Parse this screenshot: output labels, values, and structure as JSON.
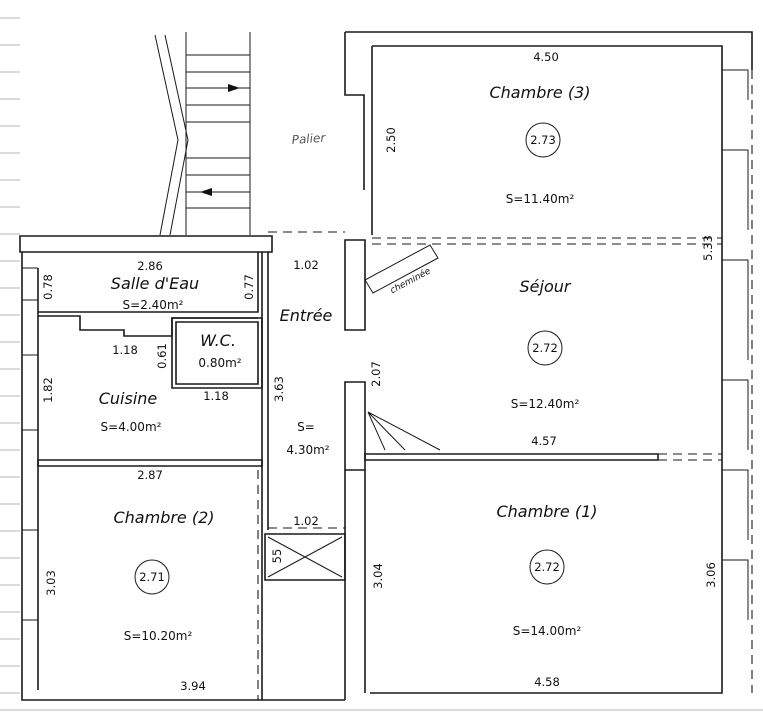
{
  "landing": {
    "label": "Palier"
  },
  "rooms": {
    "chambre3": {
      "name": "Chambre (3)",
      "area": "S=11.40m²",
      "height": "2.73"
    },
    "sejour": {
      "name": "Séjour",
      "area": "S=12.40m²",
      "height": "2.72"
    },
    "chambre1": {
      "name": "Chambre (1)",
      "area": "S=14.00m²",
      "height": "2.72"
    },
    "chambre2": {
      "name": "Chambre (2)",
      "area": "S=10.20m²",
      "height": "2.71"
    },
    "salle_eau": {
      "name": "Salle d'Eau",
      "area": "S=2.40m²"
    },
    "wc": {
      "name": "W.C.",
      "area": "0.80m²"
    },
    "cuisine": {
      "name": "Cuisine",
      "area": "S=4.00m²"
    },
    "entree": {
      "name": "Entrée",
      "area_prefix": "S=",
      "area": "4.30m²"
    }
  },
  "fixtures": {
    "chimney": "cheminée"
  },
  "dimensions": {
    "chambre3_width": "4.50",
    "chambre3_depth": "2.50",
    "right_wall_upper": "5.33",
    "sejour_left": "2.07",
    "sejour_chambre1_wall": "4.57",
    "chambre1_left": "3.04",
    "chambre1_right": "3.06",
    "chambre1_bottom": "4.58",
    "salle_eau_width": "2.86",
    "salle_eau_left": "0.78",
    "salle_eau_right": "0.77",
    "entree_top": "1.02",
    "entree_bottom": "1.02",
    "wc_top": "1.18",
    "wc_left": "0.61",
    "wc_bottom": "1.18",
    "cuisine_left": "1.82",
    "entree_depth": "3.63",
    "chambre2_top": "2.87",
    "chambre2_left": "3.03",
    "chambre2_bottom": "3.94",
    "closet_depth": "55"
  }
}
